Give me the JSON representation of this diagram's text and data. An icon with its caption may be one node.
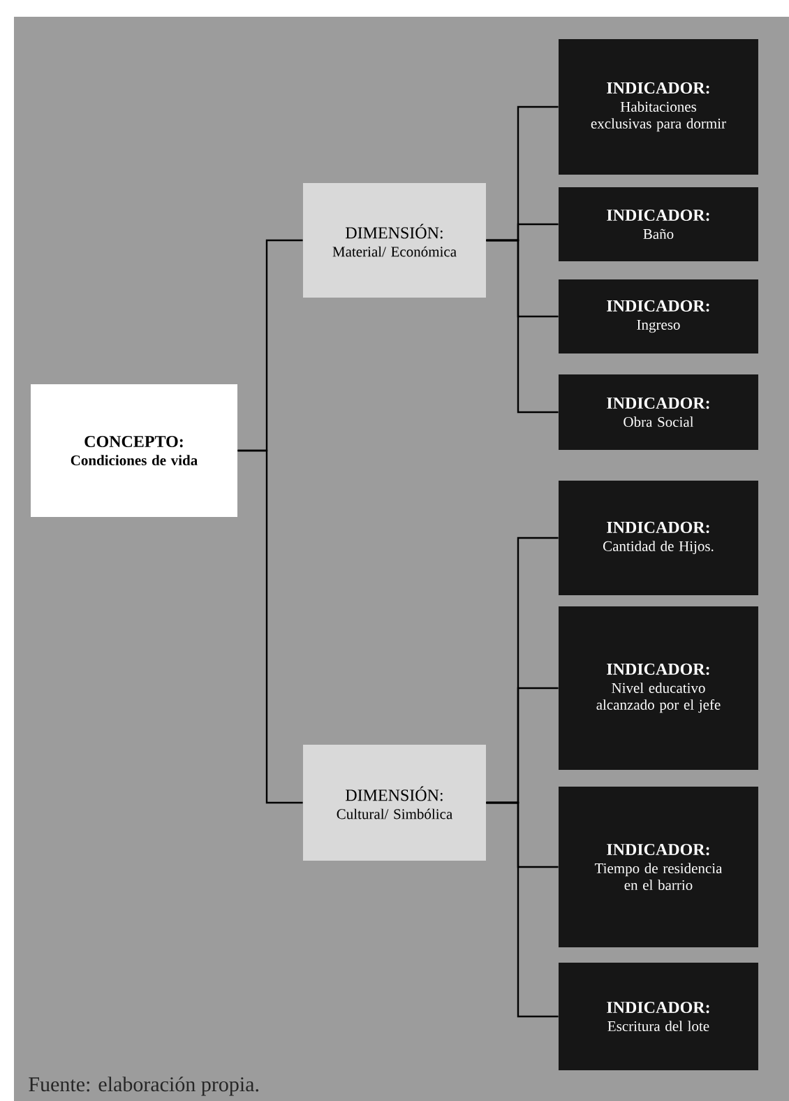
{
  "diagram": {
    "caption": "Fuente: elaboración propia.",
    "nodes": [
      {
        "text": [
          "CONCEPTO:",
          "Condiciones de vida"
        ]
      },
      {
        "text": [
          "DIMENSIÓN:",
          "Material/ Económica"
        ]
      },
      {
        "text": [
          "INDICADOR:",
          "Habitaciones exclusivas para dormir"
        ]
      },
      {
        "text": [
          "INDICADOR:",
          "Baño"
        ]
      },
      {
        "text": [
          "INDICADOR:",
          "Ingreso"
        ]
      },
      {
        "text": [
          "INDICADOR:",
          "Obra Social"
        ]
      },
      {
        "text": [
          "DIMENSIÓN:",
          "Cultural/ Simbólica"
        ]
      },
      {
        "text": [
          "INDICADOR:",
          "Cantidad de Hijos."
        ]
      },
      {
        "text": [
          "INDICADOR:",
          "Nivel educativo alcanzado por el jefe"
        ]
      },
      {
        "text": [
          "INDICADOR:",
          "Tiempo de residencia en el barrio"
        ]
      },
      {
        "text": [
          "INDICADOR:",
          "Escritura del lote"
        ]
      }
    ],
    "edges": [
      {
        "from": 0,
        "to": 1,
        "arrow": "none"
      },
      {
        "from": 0,
        "to": 6,
        "arrow": "none"
      },
      {
        "from": 1,
        "to": 2,
        "arrow": "none"
      },
      {
        "from": 1,
        "to": 3,
        "arrow": "none"
      },
      {
        "from": 1,
        "to": 4,
        "arrow": "none"
      },
      {
        "from": 1,
        "to": 5,
        "arrow": "none"
      },
      {
        "from": 6,
        "to": 7,
        "arrow": "none"
      },
      {
        "from": 6,
        "to": 8,
        "arrow": "none"
      },
      {
        "from": 6,
        "to": 9,
        "arrow": "none"
      },
      {
        "from": 6,
        "to": 10,
        "arrow": "none"
      }
    ]
  }
}
